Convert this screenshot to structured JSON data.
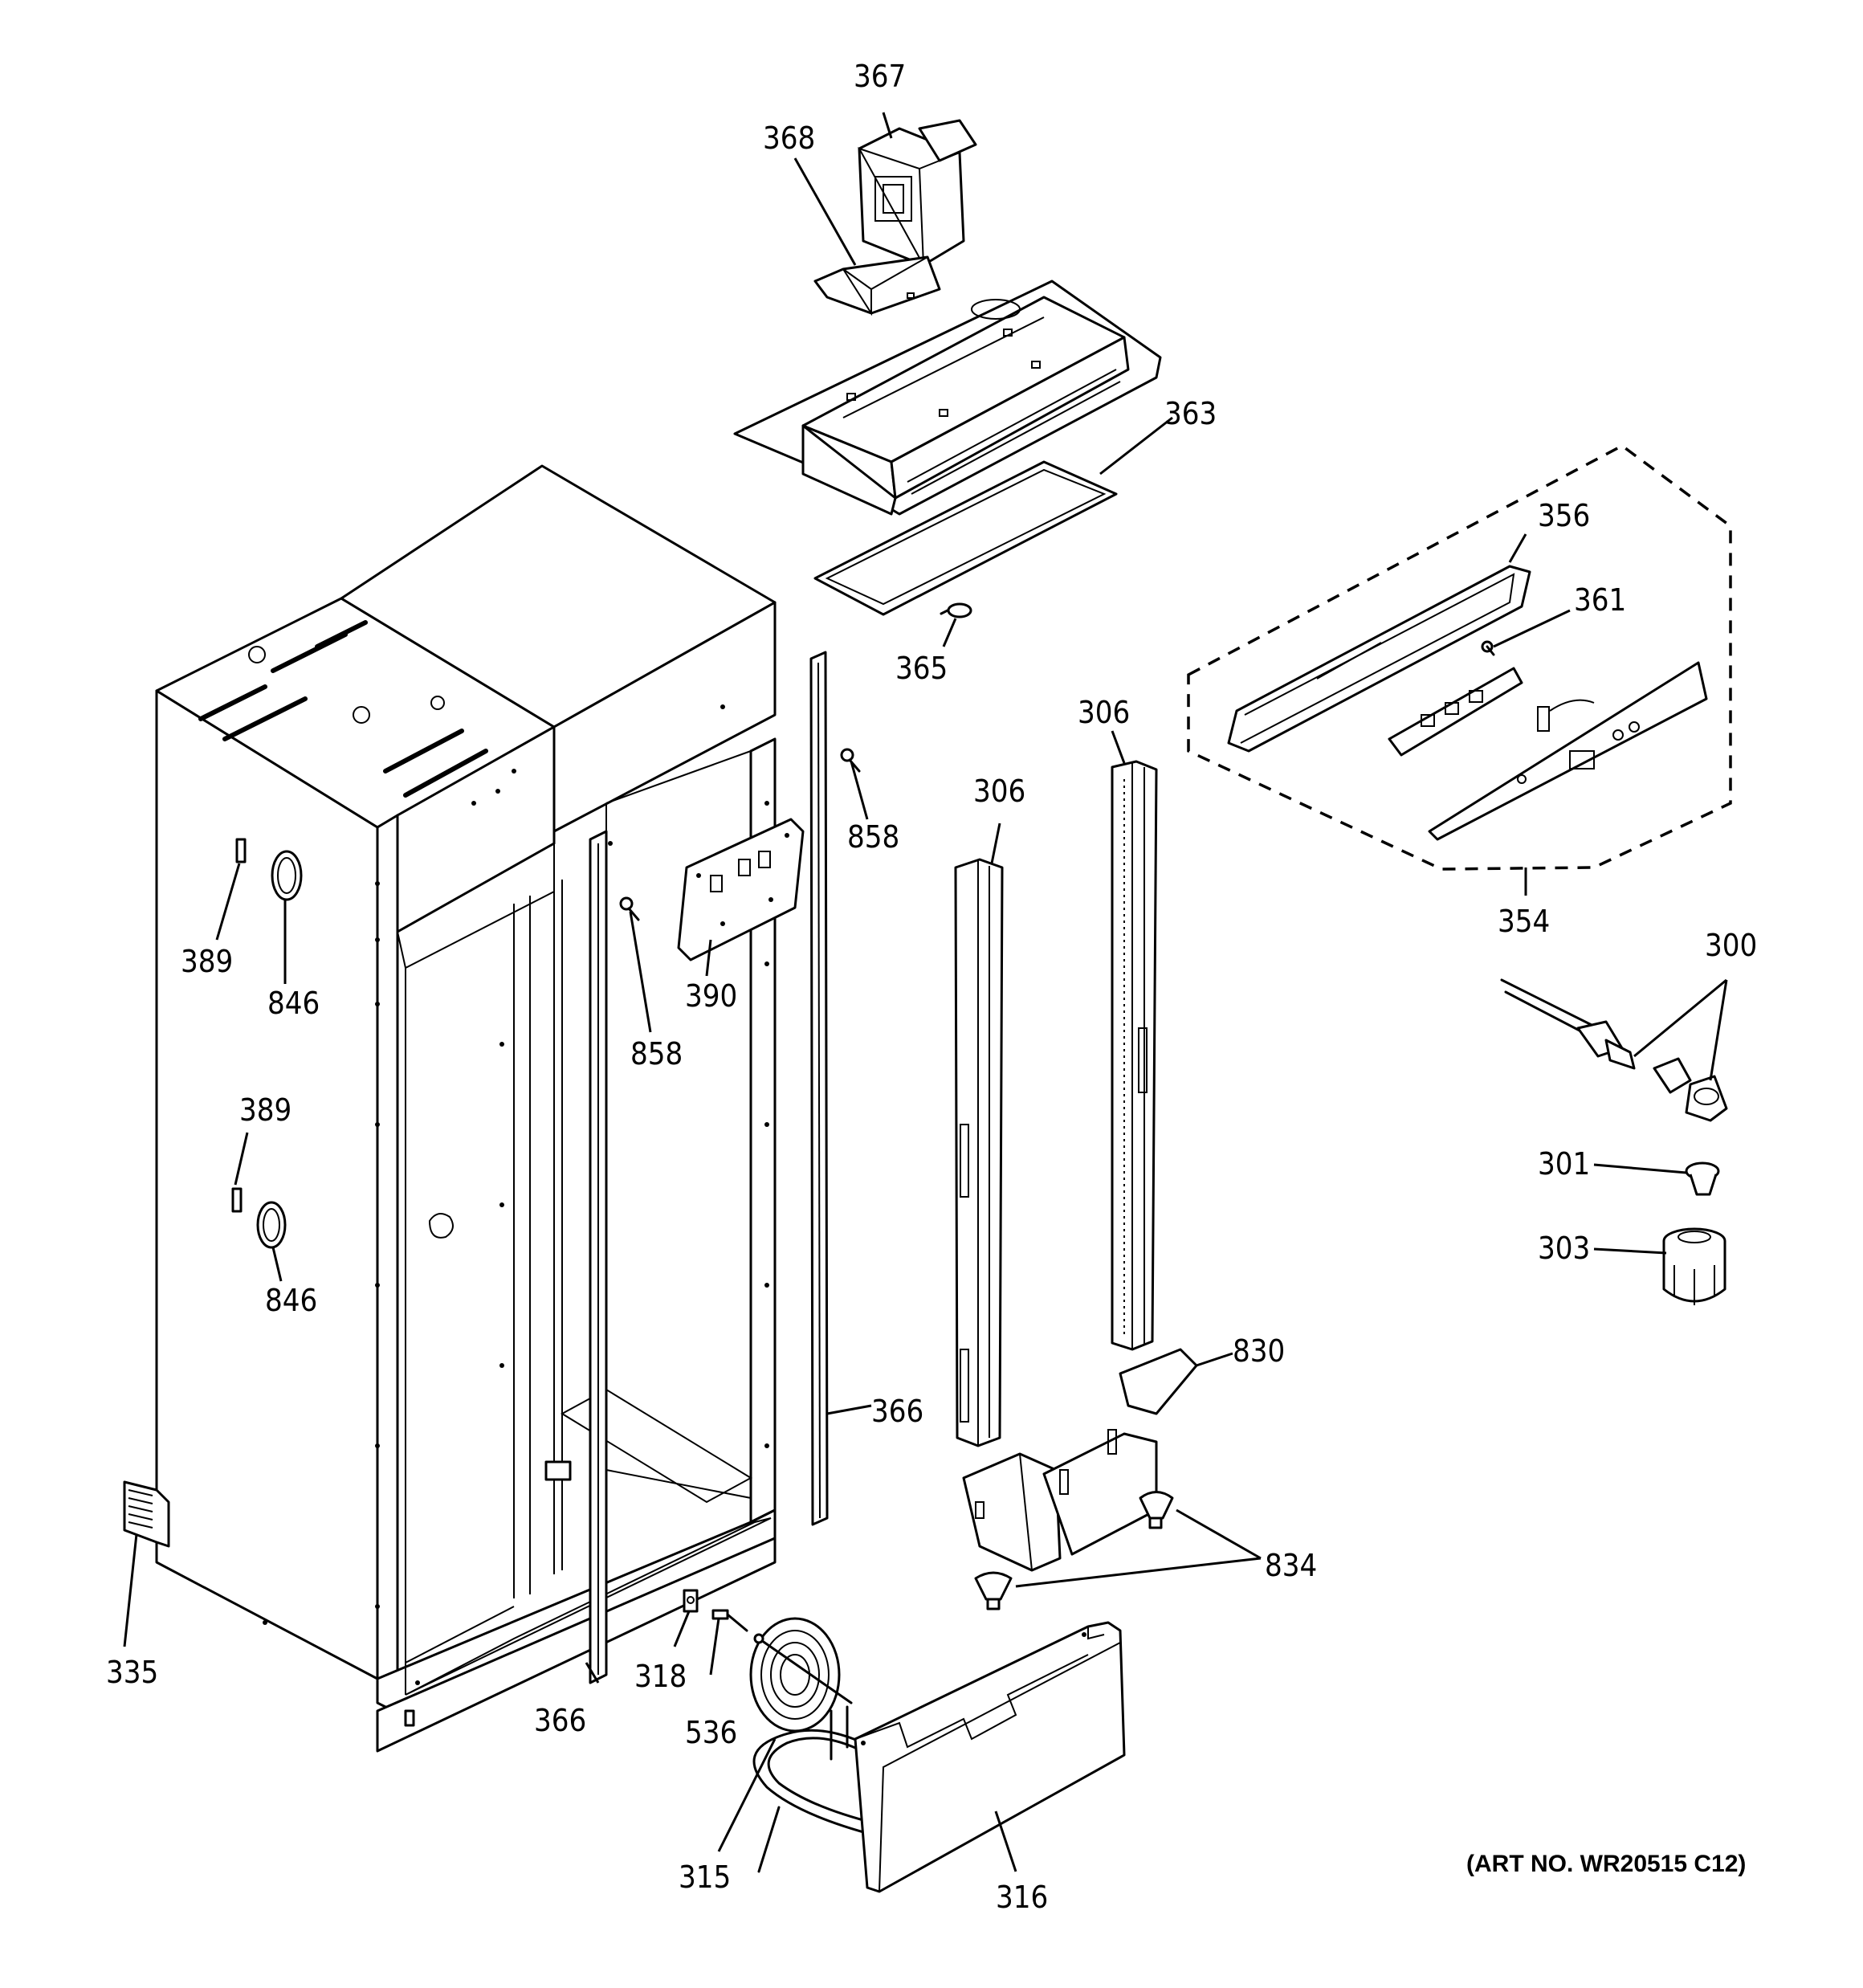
{
  "labels": {
    "p300": "300",
    "p301": "301",
    "p303": "303",
    "p306a": "306",
    "p306b": "306",
    "p315": "315",
    "p316": "316",
    "p318": "318",
    "p335": "335",
    "p354": "354",
    "p356": "356",
    "p361": "361",
    "p363": "363",
    "p365": "365",
    "p366a": "366",
    "p366b": "366",
    "p367": "367",
    "p368": "368",
    "p389a": "389",
    "p389b": "389",
    "p390": "390",
    "p536": "536",
    "p830": "830",
    "p834": "834",
    "p846a": "846",
    "p846b": "846",
    "p858a": "858",
    "p858b": "858"
  },
  "art_number": "(ART NO. WR20515 C12)"
}
